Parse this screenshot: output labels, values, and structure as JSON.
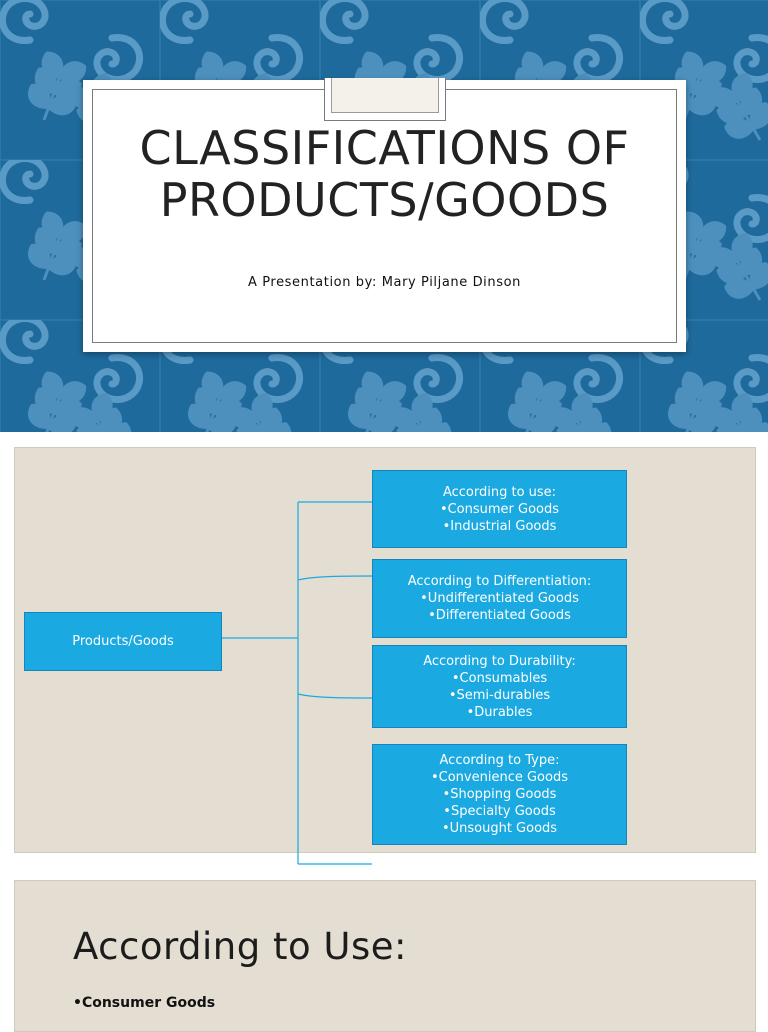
{
  "title_slide": {
    "title_line1": "CLASSIFICATIONS OF",
    "title_line2": "PRODUCTS/GOODS",
    "subtitle": "A Presentation by: Mary Piljane Dinson",
    "background_color": "#1e6a9c"
  },
  "diagram_slide": {
    "root": "Products/Goods",
    "branches": [
      {
        "heading": "According to use:",
        "items": [
          "•Consumer Goods",
          "•Industrial Goods"
        ]
      },
      {
        "heading": "According to Differentiation:",
        "items": [
          "•Undifferentiated Goods",
          "•Differentiated Goods"
        ]
      },
      {
        "heading": "According to Durability:",
        "items": [
          "•Consumables",
          "•Semi-durables",
          "•Durables"
        ]
      },
      {
        "heading": "According to Type:",
        "items": [
          "•Convenience Goods",
          "•Shopping Goods",
          "•Specialty Goods",
          "•Unsought Goods"
        ]
      }
    ],
    "box_color": "#1aaae1",
    "connector_color": "#1aaae1"
  },
  "use_slide": {
    "heading": "According to Use:",
    "bullet": "•Consumer Goods"
  }
}
